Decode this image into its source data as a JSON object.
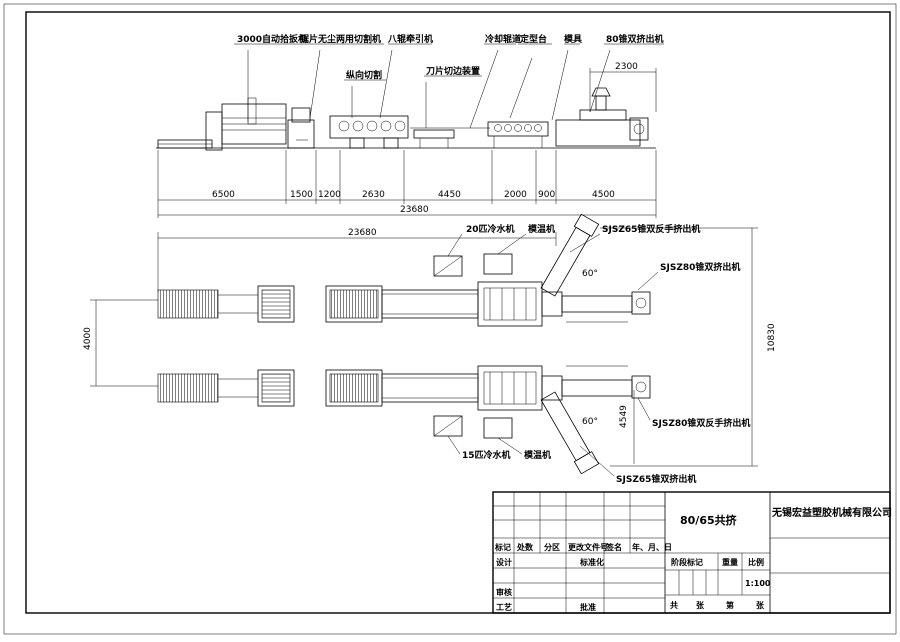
{
  "side_view": {
    "labels": {
      "auto_stacker": "3000自动拾扳机",
      "saw_cutter": "锯片无尘两用切割机",
      "haul_off": "八辊牵引机",
      "cross_cutter": "纵向切割",
      "trim_device": "刀片切边装置",
      "cooling_rollers": "冷却辊道",
      "calibration_table": "定型台",
      "die": "模具",
      "extruder": "80锥双挤出机"
    },
    "dims": {
      "top_2300": "2300",
      "d6500": "6500",
      "d1500": "1500",
      "d1200": "1200",
      "d2630": "2630",
      "d4450": "4450",
      "d2000": "2000",
      "d900": "900",
      "d4500": "4500",
      "total": "23680"
    }
  },
  "plan_view": {
    "labels": {
      "chiller_20": "20匹冷水机",
      "mold_temp_top": "模温机",
      "sjsz65_reverse": "SJSZ65锥双反手挤出机",
      "sjsz80": "SJSZ80锥双挤出机",
      "sjsz80_reverse": "SJSZ80锥双反手挤出机",
      "chiller_15": "15匹冷水机",
      "mold_temp_bottom": "模温机",
      "sjsz65": "SJSZ65锥双挤出机"
    },
    "dims": {
      "total": "23680",
      "d4000": "4000",
      "d10830": "10830",
      "d4549": "4549",
      "angle_top": "60°",
      "angle_bottom": "60°"
    }
  },
  "title_block": {
    "product": "80/65共挤",
    "company": "无锡宏益塑胶机械有限公司",
    "rev_headers": [
      "标记",
      "处数",
      "分区",
      "更改文件号",
      "签名",
      "年、月、日"
    ],
    "row_design": "设计",
    "row_standard": "标准化",
    "stage_mark": "阶段标记",
    "weight": "重量",
    "scale_label": "比例",
    "scale_value": "1:100",
    "row_review": "审核",
    "row_process": "工艺",
    "row_approve": "批准",
    "sheet_total": "共",
    "sheet_unit": "张",
    "sheet_no": "第",
    "sheet_unit2": "张"
  }
}
